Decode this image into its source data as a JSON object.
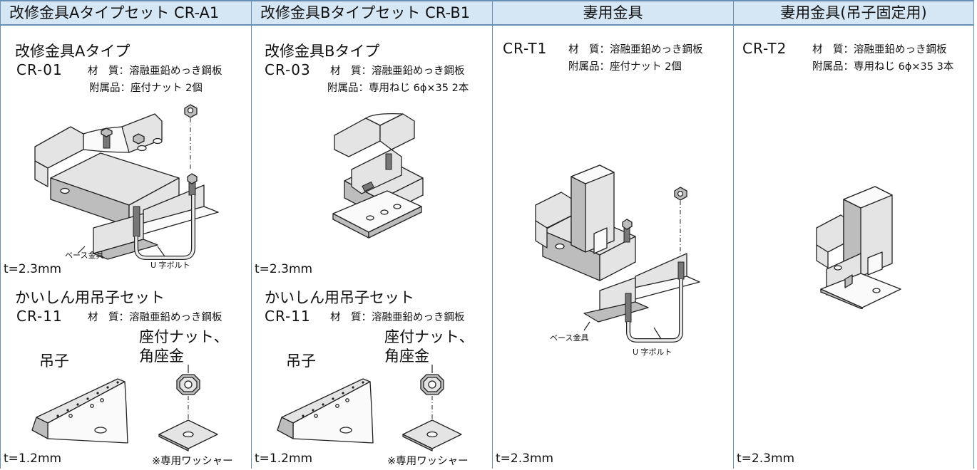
{
  "columns": [
    {
      "header": "改修金具Aタイプセット CR-A1",
      "title": "改修金具Aタイプ",
      "code": "CR-01",
      "spec_1": "材　質：溶融亜鉛めっき鋼板",
      "spec_2": "附属品：座付ナット 2個",
      "label_base": "ベース金具",
      "label_ubolt": "U 字ボルト",
      "thickness": "t=2.3mm",
      "sub_title": "かいしん用吊子セット",
      "sub_code": "CR-11",
      "sub_spec": "材　質：溶融亜鉛めっき鋼板",
      "label_tsuriko": "吊子",
      "label_nut_1": "座付ナット、",
      "label_nut_2": "角座金",
      "sub_thickness": "t=1.2mm",
      "washer_note": "※専用ワッシャー"
    },
    {
      "header": "改修金具Bタイプセット CR-B1",
      "title": "改修金具Bタイプ",
      "code": "CR-03",
      "spec_1": "材　質：溶融亜鉛めっき鋼板",
      "spec_2": "附属品：専用ねじ 6ϕ×35 2本",
      "thickness": "t=2.3mm",
      "sub_title": "かいしん用吊子セット",
      "sub_code": "CR-11",
      "sub_spec": "材　質：溶融亜鉛めっき鋼板",
      "label_tsuriko": "吊子",
      "label_nut_1": "座付ナット、",
      "label_nut_2": "角座金",
      "sub_thickness": "t=1.2mm",
      "washer_note": "※専用ワッシャー"
    },
    {
      "header": "妻用金具",
      "code": "CR-T1",
      "spec_1": "材　質：溶融亜鉛めっき鋼板",
      "spec_2": "附属品：座付ナット 2個",
      "label_base": "ベース金具",
      "label_ubolt": "U 字ボルト",
      "thickness": "t=2.3mm"
    },
    {
      "header": "妻用金具(吊子固定用)",
      "code": "CR-T2",
      "spec_1": "材　質：溶融亜鉛めっき鋼板",
      "spec_2": "附属品：専用ねじ 6ϕ×35 3本",
      "thickness": "t=2.3mm"
    }
  ]
}
